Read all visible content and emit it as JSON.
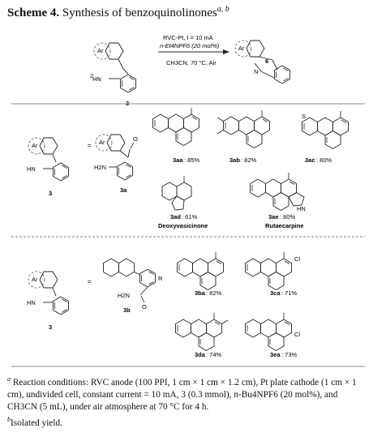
{
  "title": {
    "label": "Scheme 4.",
    "text": "Synthesis of benzoquinolinones",
    "marks": "a, b"
  },
  "reaction": {
    "condition1": "RVC-Pt, I = 10 mA",
    "condition2": "n-Et4NPF6 (20 mol%)",
    "condition3": "CH3CN, 70 °C, Air",
    "substrate_label": "3",
    "ar": "Ar",
    "nh": "HN",
    "n": "N",
    "ring_number": "6"
  },
  "section1": {
    "left_label": "3",
    "mid_label": "3a",
    "h2n": "H2N",
    "o": "O",
    "products": [
      {
        "code": "3aa",
        "yield": ": 85%"
      },
      {
        "code": "3ab",
        "yield": ": 82%"
      },
      {
        "code": "3ac",
        "yield": ": 80%"
      },
      {
        "code": "3ad",
        "yield": ": 61%",
        "name": "Deoxyvasicinone"
      },
      {
        "code": "3ae",
        "yield": ": 80%",
        "name": "Rutaecarpine"
      }
    ],
    "hn_indole": "HN",
    "s": "S"
  },
  "section2": {
    "left_label": "3",
    "mid_label": "3b",
    "r": "R",
    "h2n": "H2N",
    "products": [
      {
        "code": "3ba",
        "yield": ": 82%"
      },
      {
        "code": "3ca",
        "yield": ": 71%",
        "sub": "Cl"
      },
      {
        "code": "3da",
        "yield": ": 74%"
      },
      {
        "code": "3ea",
        "yield": ": 73%",
        "sub": "Cl"
      }
    ]
  },
  "footnote": {
    "a_mark": "a",
    "a_text": "Reaction conditions: RVC anode (100 PPI, 1 cm × 1 cm × 1.2 cm), Pt plate cathode (1 cm × 1 cm), undivided cell, constant current = 10 mA, 3 (0.3 mmol), n-Bu4NPF6 (20 mol%), and CH3CN (5 mL), under air atmosphere at 70 °C for 4 h.",
    "b_mark": "b",
    "b_text": "Isolated yield."
  }
}
